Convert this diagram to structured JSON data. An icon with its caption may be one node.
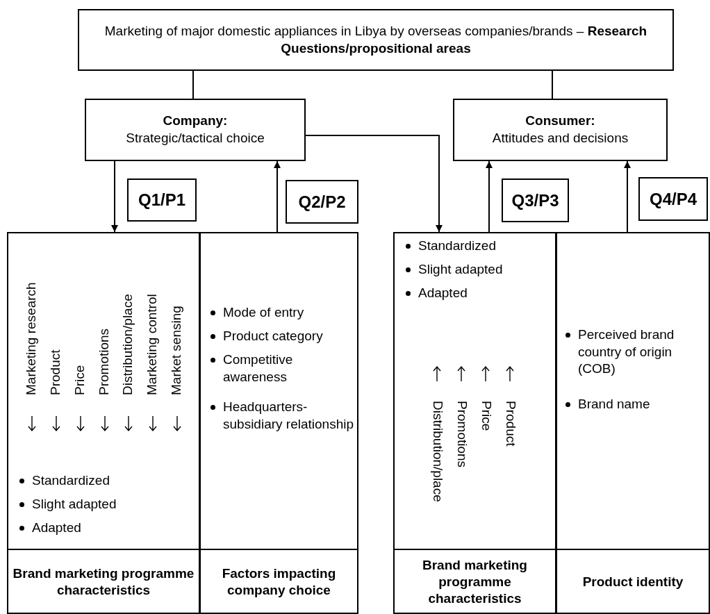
{
  "diagram": {
    "nodes": [
      {
        "text": [
          "Marketing of major domestic appliances in Libya by overseas companies/brands – **Research Questions/propositional areas**"
        ]
      },
      {
        "text": [
          "Company:",
          "Strategic/tactical choice"
        ]
      },
      {
        "text": [
          "Consumer:",
          "Attitudes and decisions"
        ]
      },
      {
        "text": [
          "Q1/P1"
        ]
      },
      {
        "text": [
          "Q2/P2"
        ]
      },
      {
        "text": [
          "Q3/P3"
        ]
      },
      {
        "text": [
          "Q4/P4"
        ]
      },
      {
        "text": [
          "Marketing research",
          "Product",
          "Price",
          "Promotions",
          "Distribution/place",
          "Marketing control",
          "Market sensing",
          "Standardized",
          "Slight adapted",
          "Adapted",
          "Brand marketing programme characteristics"
        ]
      },
      {
        "text": [
          "Mode of entry",
          "Product category",
          "Competitive awareness",
          "Headquarters-subsidiary relationship",
          "Factors impacting company choice"
        ]
      },
      {
        "text": [
          "Standardized",
          "Slight adapted",
          "Adapted",
          "Product",
          "Price",
          "Promotions",
          "Distribution/place",
          "Brand marketing programme characteristics"
        ]
      },
      {
        "text": [
          "Perceived brand country of origin (COB)",
          "Brand name",
          "Product identity"
        ]
      }
    ],
    "edges": [
      {
        "from": 0,
        "to": 1,
        "arrow": "none"
      },
      {
        "from": 0,
        "to": 2,
        "arrow": "none"
      },
      {
        "from": 1,
        "to": 7,
        "arrow": "to"
      },
      {
        "from": 8,
        "to": 1,
        "arrow": "to"
      },
      {
        "from": 1,
        "to": 9,
        "arrow": "to"
      },
      {
        "from": 9,
        "to": 2,
        "arrow": "to"
      },
      {
        "from": 10,
        "to": 2,
        "arrow": "to"
      }
    ]
  }
}
